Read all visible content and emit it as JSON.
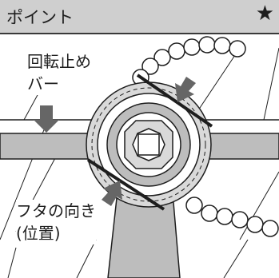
{
  "header": {
    "title": "ポイント",
    "star_icon": "star-icon",
    "star_glyph": "★",
    "background": "#cfcfcf"
  },
  "callouts": {
    "rotation_stop_bar": {
      "line1": "回転止め",
      "line2": "バー"
    },
    "lid_orientation": {
      "line1": "フタの向き",
      "line2": "(位置)"
    }
  },
  "colors": {
    "ink": "#1e1e1e",
    "gray": "#7a7a7a",
    "light_gray": "#bdbdbd",
    "header": "#cfcfcf"
  }
}
